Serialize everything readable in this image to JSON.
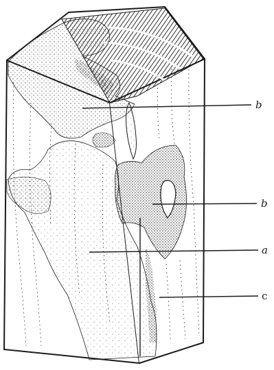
{
  "labels": {
    "b_upper": "b",
    "b_lower": "b",
    "a": "a",
    "c": "c"
  },
  "colors": {
    "ink": "#1a1a1a",
    "paper": "#ffffff"
  }
}
